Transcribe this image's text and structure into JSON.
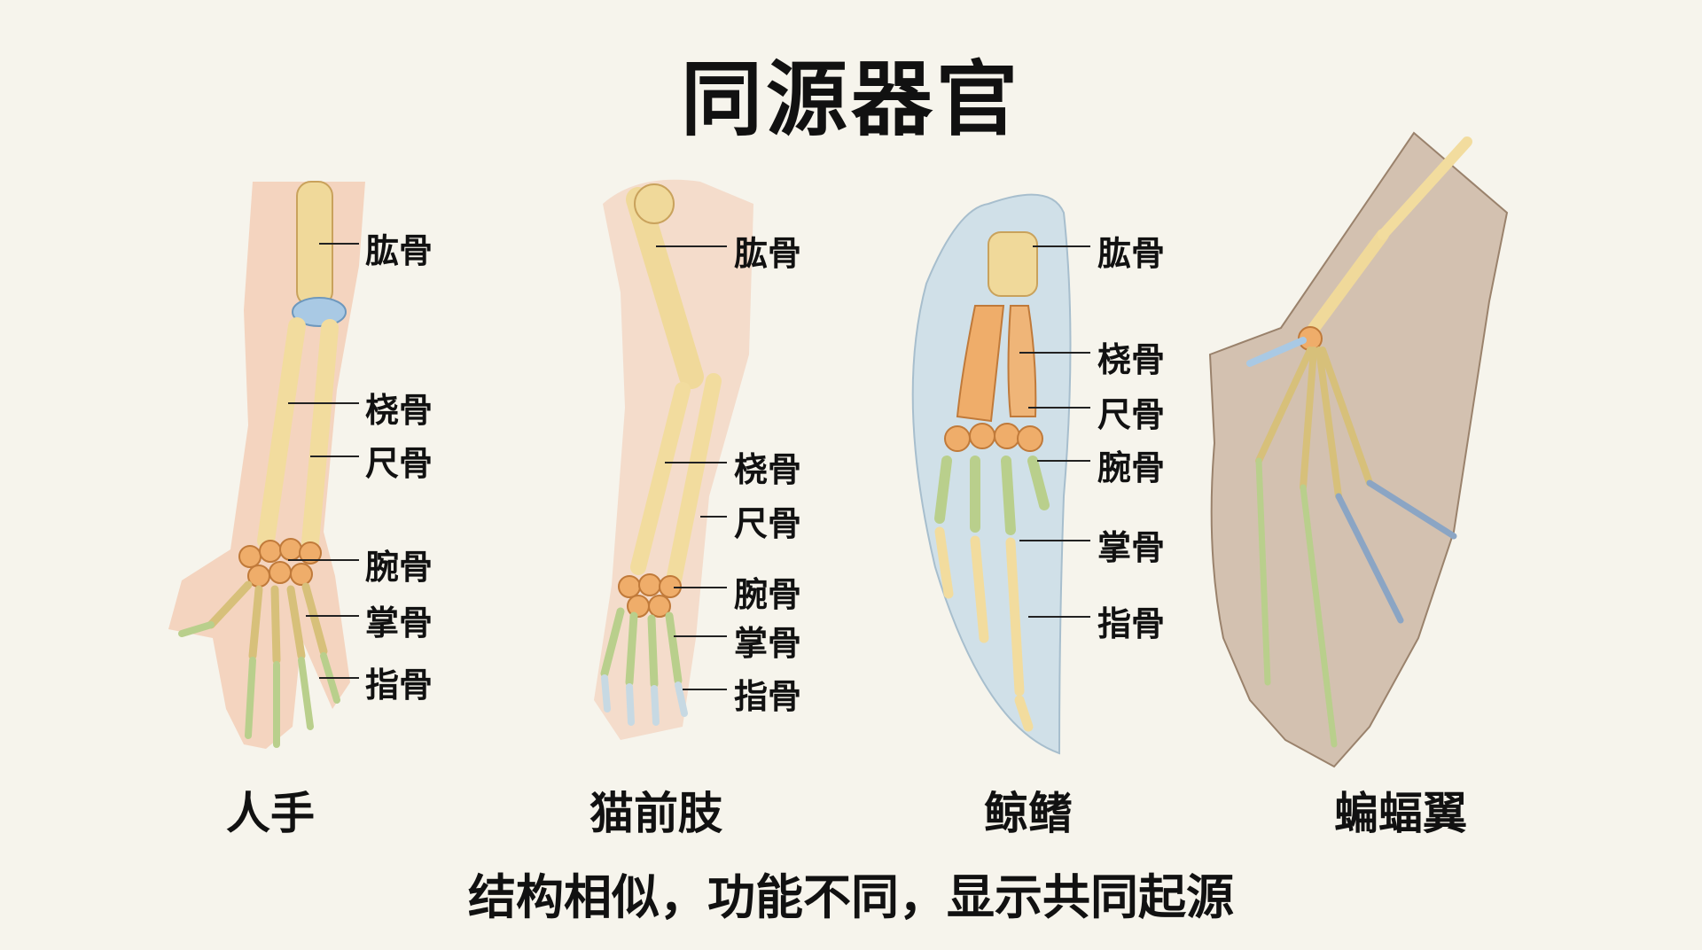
{
  "title": "同源器官",
  "footer": "结构相似，功能不同，显示共同起源",
  "specimens": [
    {
      "caption": "人手",
      "labels": [
        "肱骨",
        "桡骨",
        "尺骨",
        "腕骨",
        "掌骨",
        "指骨"
      ]
    },
    {
      "caption": "猫前肢",
      "labels": [
        "肱骨",
        "桡骨",
        "尺骨",
        "腕骨",
        "掌骨",
        "指骨"
      ]
    },
    {
      "caption": "鲸鳍",
      "labels": [
        "肱骨",
        "桡骨",
        "尺骨",
        "腕骨",
        "掌骨",
        "指骨"
      ]
    },
    {
      "caption": "蝙蝠翼",
      "labels": []
    }
  ],
  "colors": {
    "humerus": "#f0d99a",
    "radius_ulna": "#f2dc9e",
    "carpals": "#efad6a",
    "metacarpals": "#b9cf8c",
    "phalanges": "#c7d9e3",
    "whale_flipper": "#cfdfe8",
    "bat_membrane": "#cdb9a6",
    "skin": "#f3c9b0"
  }
}
